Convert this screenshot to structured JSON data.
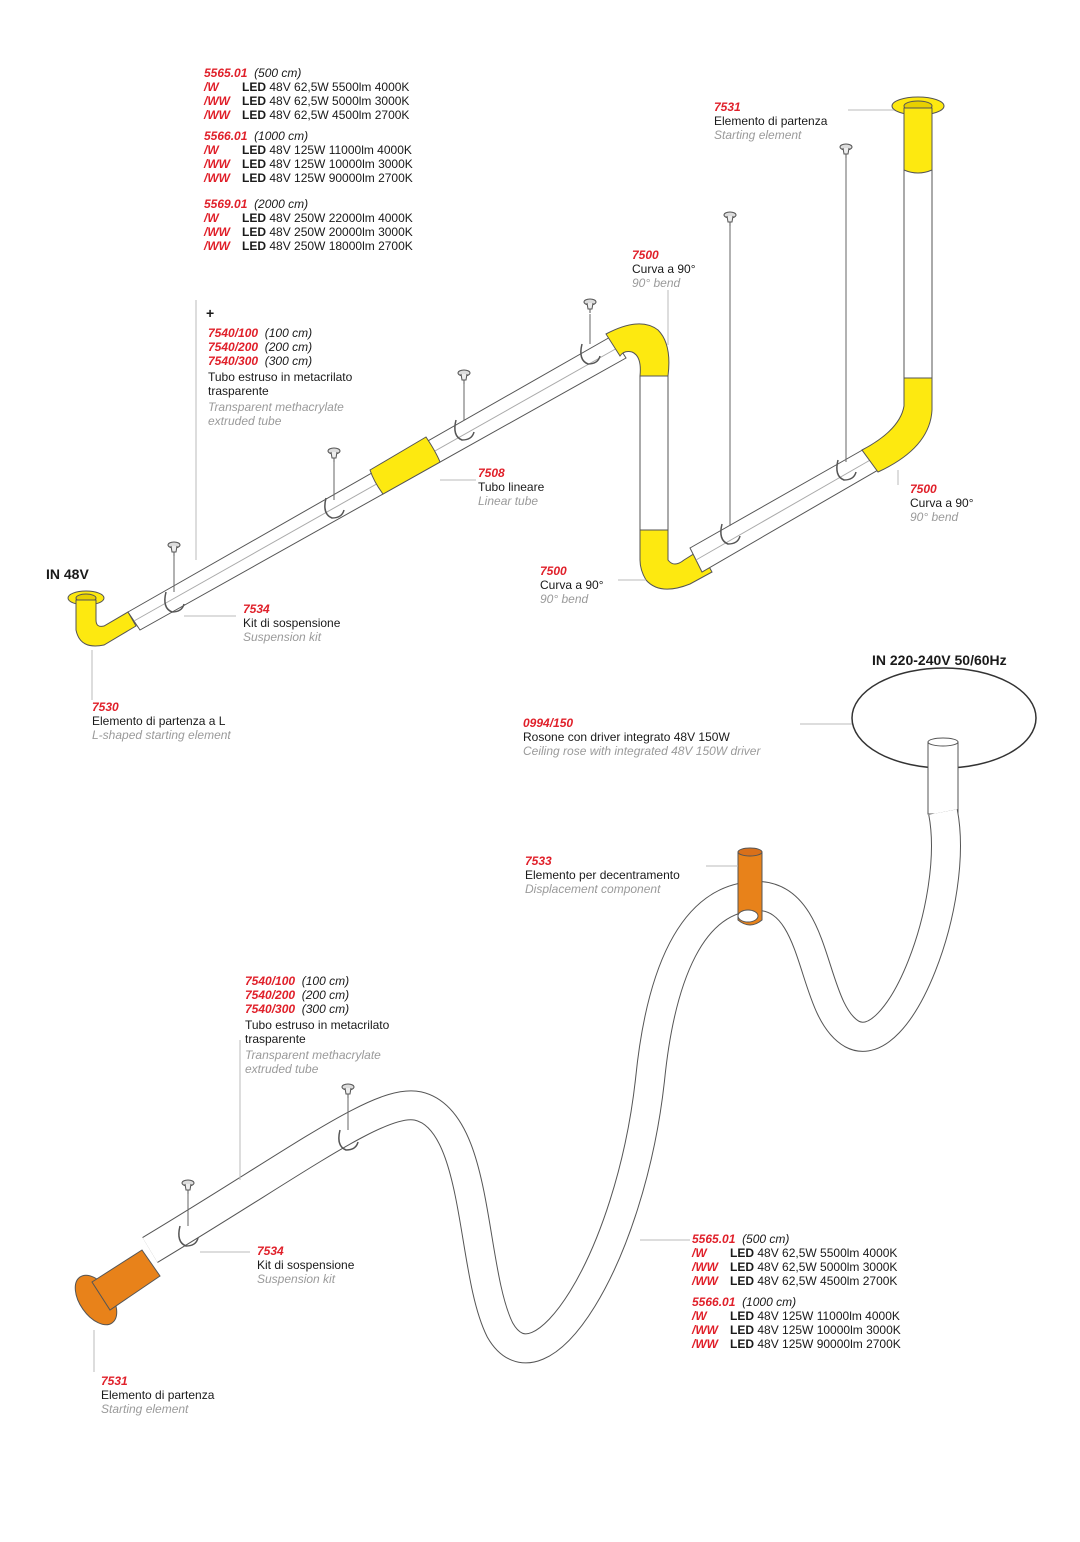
{
  "top_section": {
    "input_label": "IN 48V",
    "led_groups": [
      {
        "code": "5565.01",
        "length": "(500 cm)",
        "rows": [
          {
            "variant": "/W",
            "led": "LED",
            "spec": "48V 62,5W 5500lm 4000K"
          },
          {
            "variant": "/WW",
            "led": "LED",
            "spec": "48V 62,5W 5000lm 3000K"
          },
          {
            "variant": "/WW",
            "led": "LED",
            "spec": "48V 62,5W 4500lm 2700K"
          }
        ]
      },
      {
        "code": "5566.01",
        "length": "(1000 cm)",
        "rows": [
          {
            "variant": "/W",
            "led": "LED",
            "spec": "48V 125W 11000lm 4000K"
          },
          {
            "variant": "/WW",
            "led": "LED",
            "spec": "48V 125W 10000lm 3000K"
          },
          {
            "variant": "/WW",
            "led": "LED",
            "spec": "48V 125W 90000lm 2700K"
          }
        ]
      },
      {
        "code": "5569.01",
        "length": "(2000 cm)",
        "rows": [
          {
            "variant": "/W",
            "led": "LED",
            "spec": "48V 250W 22000lm 4000K"
          },
          {
            "variant": "/WW",
            "led": "LED",
            "spec": "48V 250W 20000lm 3000K"
          },
          {
            "variant": "/WW",
            "led": "LED",
            "spec": "48V 250W 18000lm 2700K"
          }
        ]
      }
    ],
    "plus": "+",
    "tube": {
      "codes": [
        {
          "code": "7540/100",
          "length": "(100 cm)"
        },
        {
          "code": "7540/200",
          "length": "(200 cm)"
        },
        {
          "code": "7540/300",
          "length": "(300 cm)"
        }
      ],
      "it": "Tubo estruso in metacrilato",
      "it2": "trasparente",
      "en": "Transparent methacrylate",
      "en2": "extruded tube"
    },
    "components": {
      "c7531": {
        "code": "7531",
        "it": "Elemento di partenza",
        "en": "Starting element"
      },
      "c7500a": {
        "code": "7500",
        "it": "Curva a 90°",
        "en": "90° bend"
      },
      "c7500b": {
        "code": "7500",
        "it": "Curva a 90°",
        "en": "90° bend"
      },
      "c7500c": {
        "code": "7500",
        "it": "Curva a 90°",
        "en": "90° bend"
      },
      "c7508": {
        "code": "7508",
        "it": "Tubo lineare",
        "en": "Linear tube"
      },
      "c7534": {
        "code": "7534",
        "it": "Kit di sospensione",
        "en": "Suspension kit"
      },
      "c7530": {
        "code": "7530",
        "it": "Elemento di partenza a L",
        "en": "L-shaped starting element"
      }
    }
  },
  "bottom_section": {
    "input_label": "IN 220-240V 50/60Hz",
    "rose": {
      "code": "0994/150",
      "it": "Rosone con driver integrato 48V 150W",
      "en": "Ceiling rose with integrated 48V 150W driver"
    },
    "displacement": {
      "code": "7533",
      "it": "Elemento per decentramento",
      "en": "Displacement component"
    },
    "tube": {
      "codes": [
        {
          "code": "7540/100",
          "length": "(100 cm)"
        },
        {
          "code": "7540/200",
          "length": "(200 cm)"
        },
        {
          "code": "7540/300",
          "length": "(300 cm)"
        }
      ],
      "it": "Tubo estruso in metacrilato",
      "it2": "trasparente",
      "en": "Transparent methacrylate",
      "en2": "extruded tube"
    },
    "suspension": {
      "code": "7534",
      "it": "Kit di sospensione",
      "en": "Suspension kit"
    },
    "start": {
      "code": "7531",
      "it": "Elemento di partenza",
      "en": "Starting element"
    },
    "led_groups": [
      {
        "code": "5565.01",
        "length": "(500 cm)",
        "rows": [
          {
            "variant": "/W",
            "led": "LED",
            "spec": "48V 62,5W 5500lm 4000K"
          },
          {
            "variant": "/WW",
            "led": "LED",
            "spec": "48V 62,5W 5000lm 3000K"
          },
          {
            "variant": "/WW",
            "led": "LED",
            "spec": "48V 62,5W 4500lm 2700K"
          }
        ]
      },
      {
        "code": "5566.01",
        "length": "(1000 cm)",
        "rows": [
          {
            "variant": "/W",
            "led": "LED",
            "spec": "48V 125W 11000lm 4000K"
          },
          {
            "variant": "/WW",
            "led": "LED",
            "spec": "48V 125W 10000lm 3000K"
          },
          {
            "variant": "/WW",
            "led": "LED",
            "spec": "48V 125W 90000lm 2700K"
          }
        ]
      }
    ]
  },
  "colors": {
    "accent_code": "#e0202a",
    "yellow_part": "#fde910",
    "orange_part": "#e8821a",
    "tube_outline": "#666666",
    "leader_line": "#bbbbbb"
  }
}
